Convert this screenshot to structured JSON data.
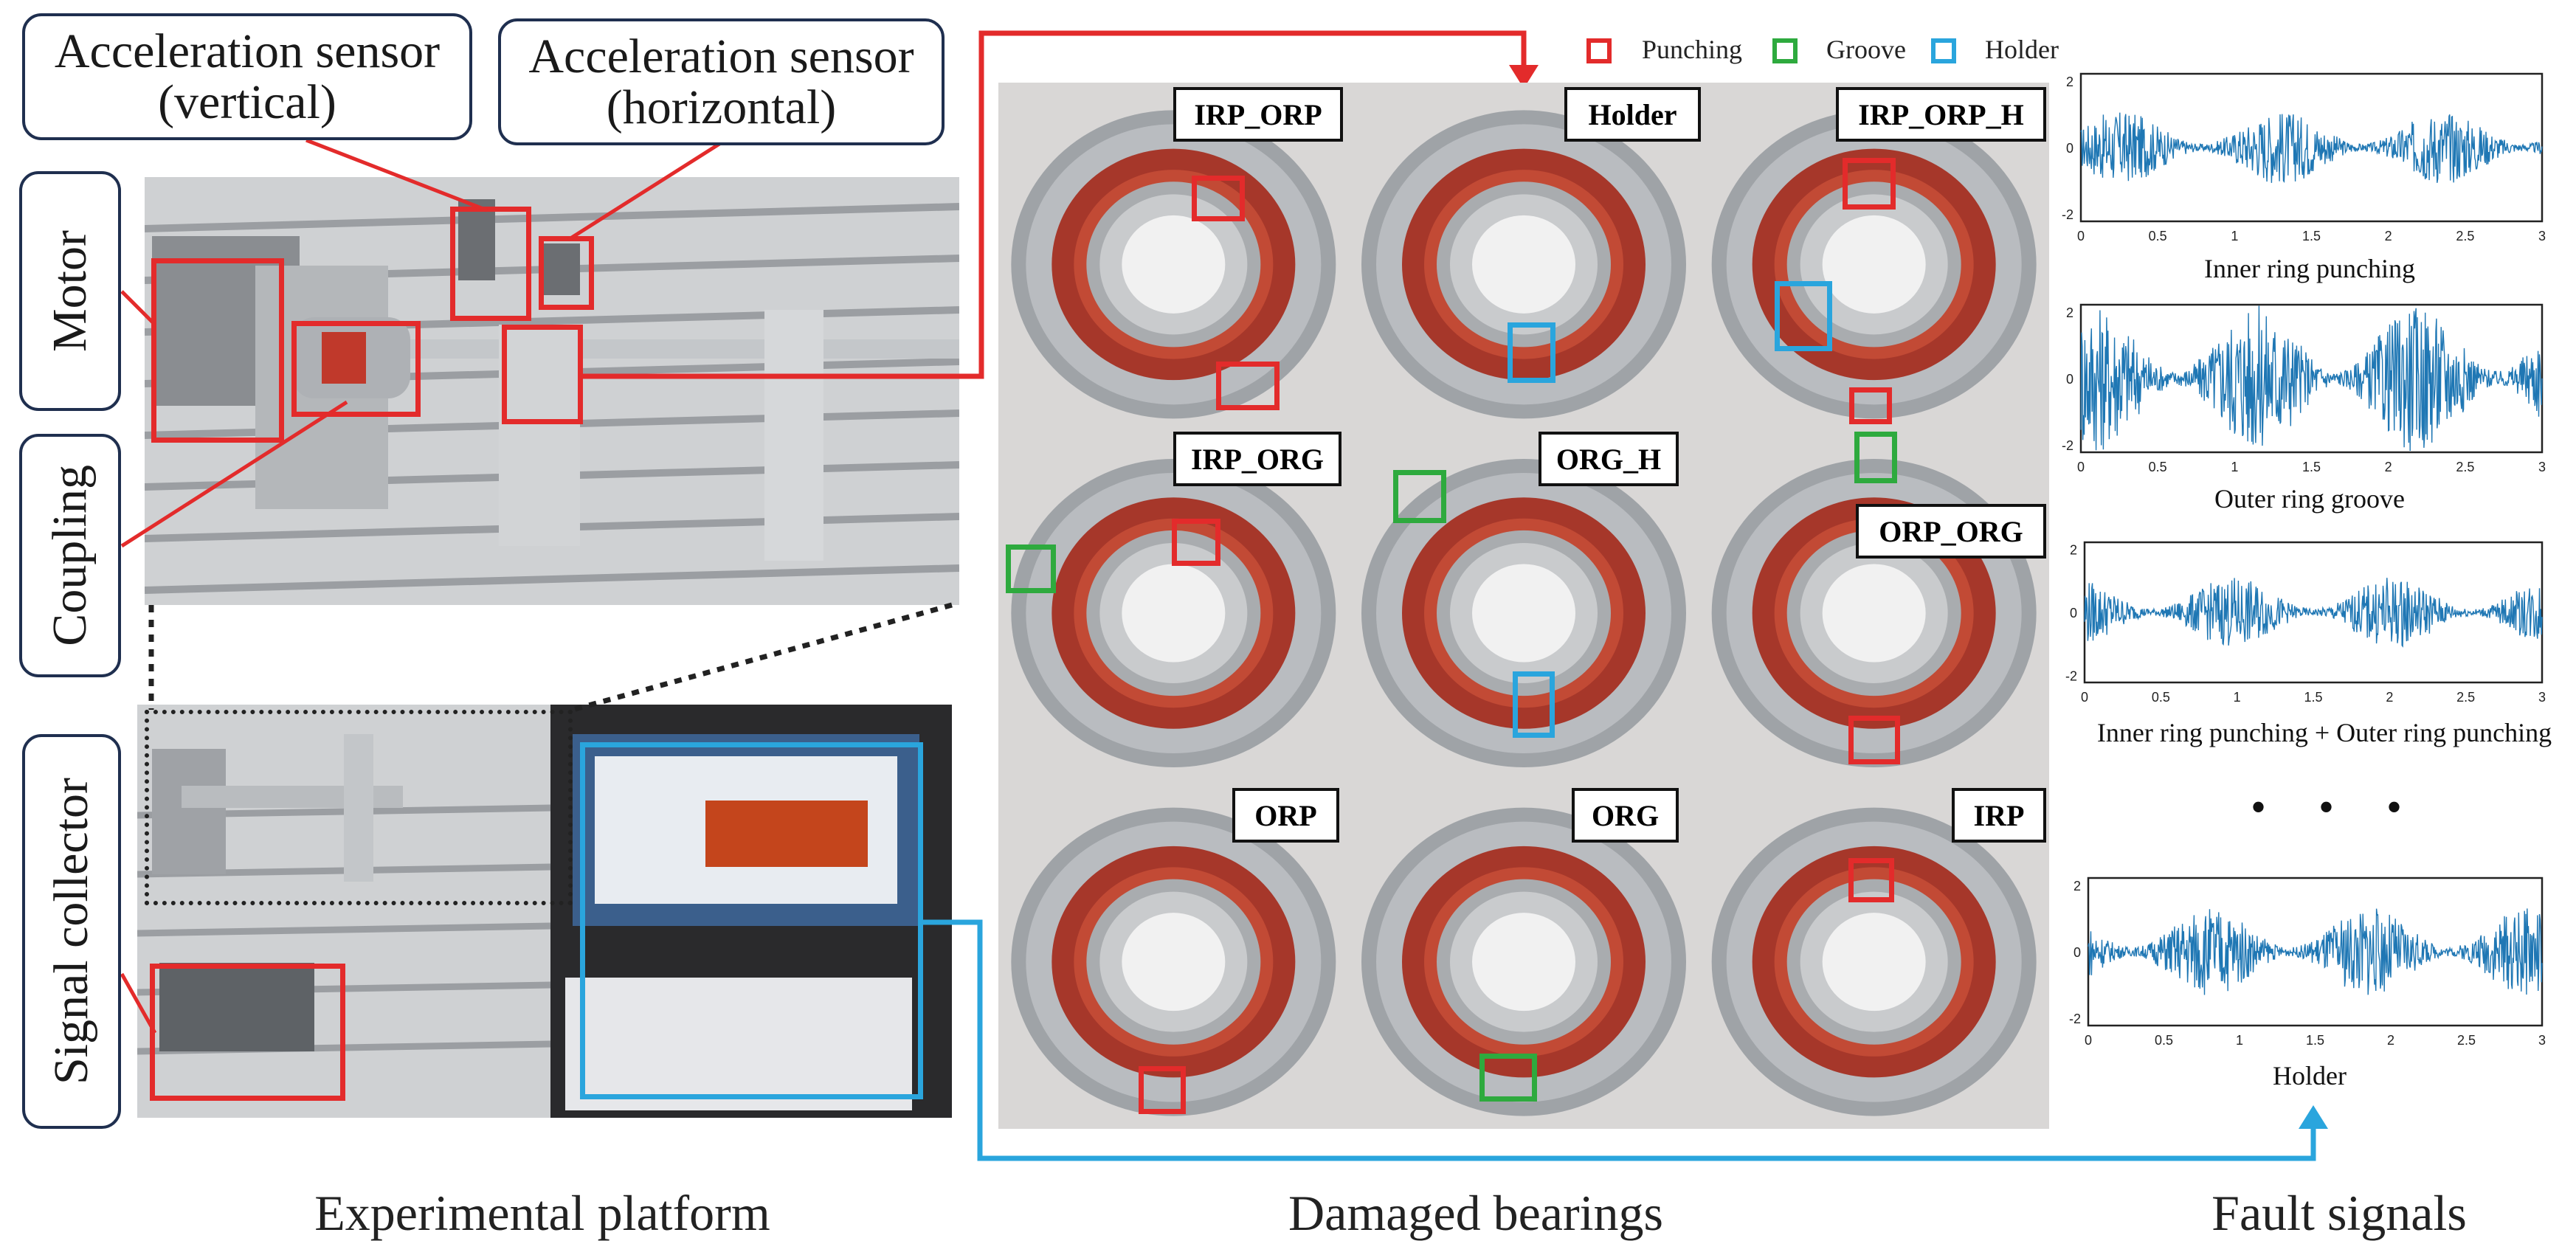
{
  "captions": {
    "platform": "Experimental platform",
    "bearings": "Damaged bearings",
    "signals": "Fault signals"
  },
  "callouts": {
    "sensor_vertical": "Acceleration sensor (vertical)",
    "sensor_horizontal": "Acceleration sensor (horizontal)",
    "motor": "Motor",
    "coupling": "Coupling",
    "collector": "Signal collector"
  },
  "legend": [
    {
      "label": "Punching",
      "color": "#e32b2b"
    },
    {
      "label": "Groove",
      "color": "#2eaa3e"
    },
    {
      "label": "Holder",
      "color": "#2aa5dd"
    }
  ],
  "bearing_labels": [
    "IRP_ORP",
    "Holder",
    "IRP_ORP_H",
    "IRP_ORG",
    "ORG_H",
    "ORP_ORG",
    "ORP",
    "ORG",
    "IRP"
  ],
  "signals": [
    {
      "caption": "Inner ring punching",
      "ylim": [
        -2,
        2
      ],
      "amp": 1.0
    },
    {
      "caption": "Outer ring groove",
      "ylim": [
        -2,
        2
      ],
      "amp": 2.0
    },
    {
      "caption": "Inner ring punching + Outer ring punching",
      "ylim": [
        -2,
        2
      ],
      "amp": 1.0
    },
    {
      "caption": "Holder",
      "ylim": [
        -2,
        2
      ],
      "amp": 1.2
    }
  ],
  "signal_axis": {
    "xticks": [
      "0",
      "0.5",
      "1",
      "1.5",
      "2",
      "2.5",
      "3"
    ],
    "yticks": [
      "2",
      "0",
      "-2"
    ]
  },
  "ellipsis": "• • •",
  "colors": {
    "punching": "#e32b2b",
    "groove": "#2eaa3e",
    "holder": "#2aa5dd",
    "signal": "#1f77b4"
  }
}
